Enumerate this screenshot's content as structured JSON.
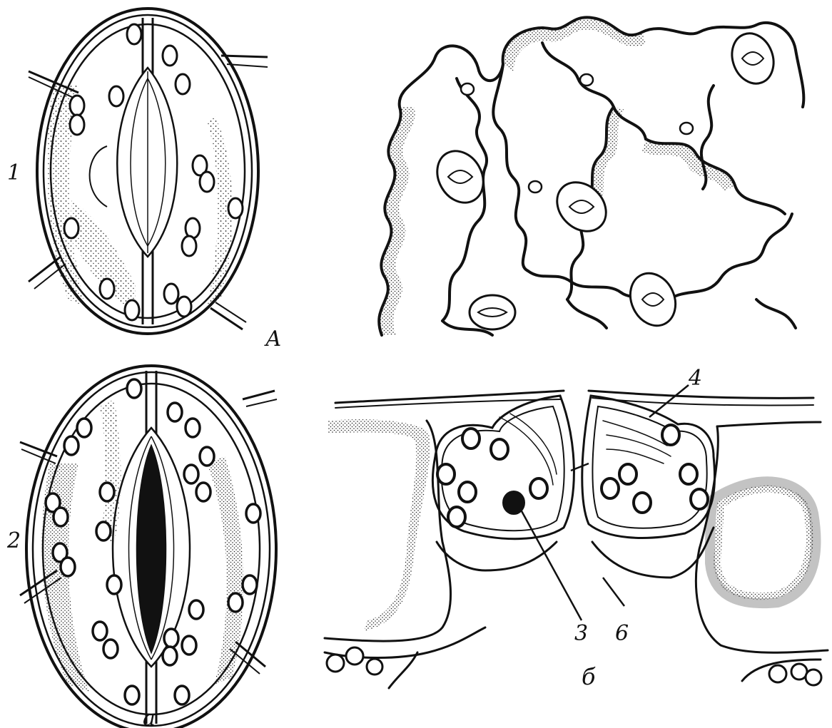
{
  "labels": {
    "stoma_closed": "1",
    "stoma_open": "2",
    "panel_a": "а",
    "panel_A": "А",
    "panel_b": "б",
    "chloroplast": "3",
    "cuticle_ledge": "4",
    "substomatal_cavity": "6"
  },
  "colors": {
    "ink": "#111111",
    "paper": "#ffffff",
    "stipple": "#333333"
  }
}
